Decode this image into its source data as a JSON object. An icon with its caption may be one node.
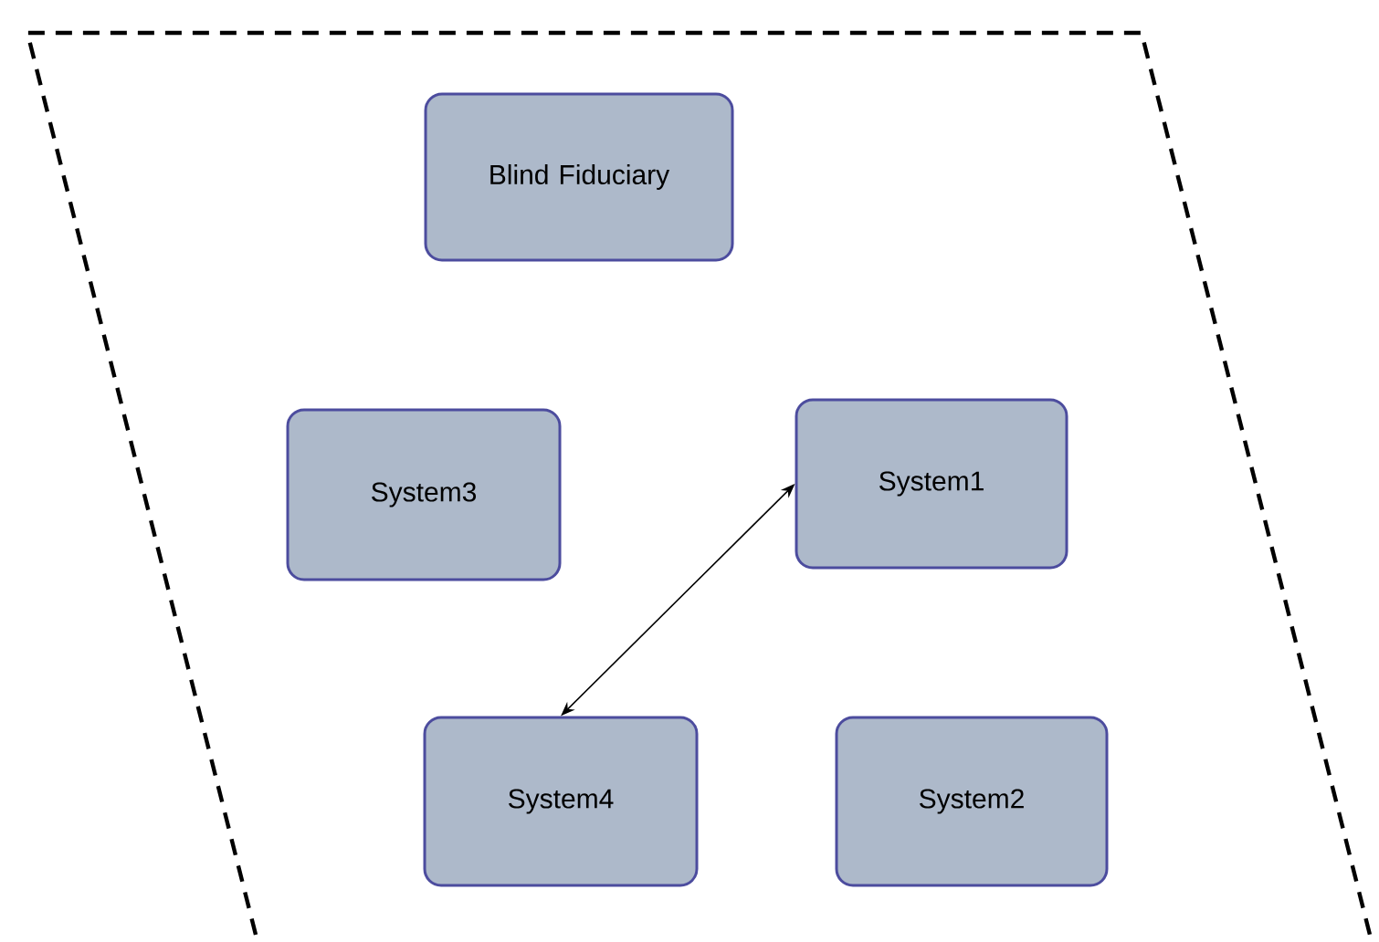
{
  "diagram": {
    "nodes": [
      {
        "text": [
          "Blind Fiduciary"
        ]
      },
      {
        "text": [
          "System3"
        ]
      },
      {
        "text": [
          "System1"
        ]
      },
      {
        "text": [
          "System4"
        ]
      },
      {
        "text": [
          "System2"
        ]
      }
    ],
    "edges": [
      {
        "from": 2,
        "to": 3,
        "arrow": "both"
      }
    ]
  }
}
